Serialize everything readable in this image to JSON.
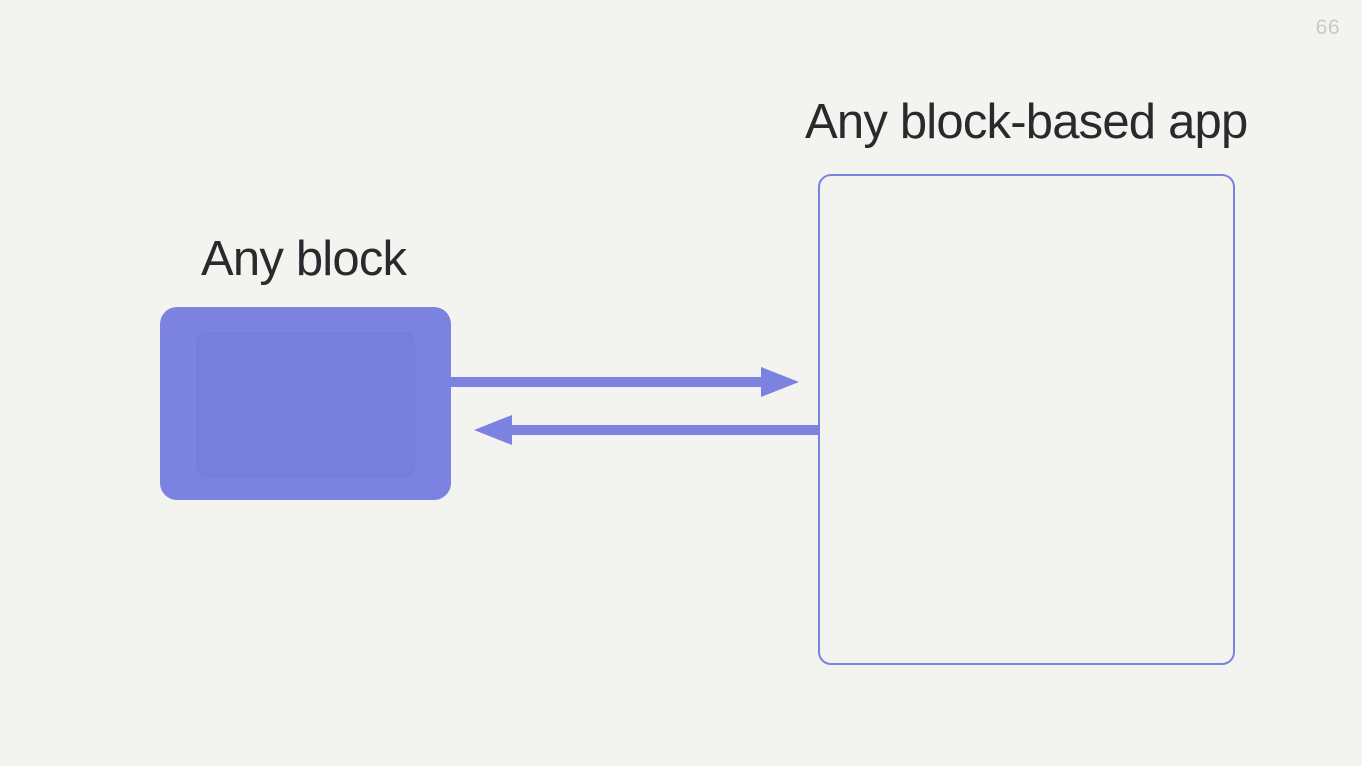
{
  "slide": {
    "page_number": "66",
    "background_color": "#f3f4ef",
    "accent_color": "#7c82df",
    "text_color": "#2a2a2e",
    "page_number_color": "#c9c9c5"
  },
  "left": {
    "heading": "Any block",
    "block": {
      "name": "block-shape",
      "fill_color": "#7c82df",
      "inner_fill_color": "#787edc"
    }
  },
  "right": {
    "heading": "Any block-based app",
    "frame": {
      "name": "app-frame-shape",
      "border_color": "#7c82df",
      "fill": "transparent"
    }
  },
  "connectors": [
    {
      "name": "arrow-block-to-app",
      "direction": "right",
      "color": "#7c82df",
      "from": "block",
      "to": "app-frame"
    },
    {
      "name": "arrow-app-to-block",
      "direction": "left",
      "color": "#7c82df",
      "from": "app-frame",
      "to": "block"
    }
  ]
}
